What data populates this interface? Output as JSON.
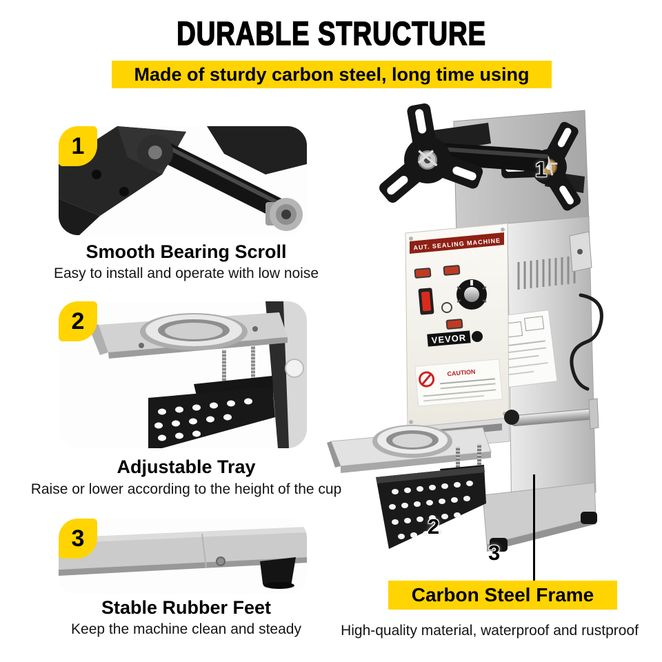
{
  "header": {
    "title": "DURABLE STRUCTURE",
    "subtitle": "Made of sturdy carbon steel, long time using"
  },
  "features": [
    {
      "number": "1",
      "title": "Smooth Bearing Scroll",
      "description": "Easy to install and operate with low noise"
    },
    {
      "number": "2",
      "title": "Adjustable Tray",
      "description": "Raise or lower according to the height of the cup"
    },
    {
      "number": "3",
      "title": "Stable Rubber Feet",
      "description": "Keep the machine clean and steady"
    }
  ],
  "machine": {
    "panel_label": "AUT. SEALING MACHINE",
    "brand": "VEVOR",
    "caution_label": "CAUTION",
    "markers": {
      "reel": "1",
      "tray": "2",
      "frame": "3"
    }
  },
  "callout": {
    "label": "Carbon Steel Frame",
    "description": "High-quality material, waterproof and rustproof"
  },
  "colors": {
    "accent_yellow": "#ffd400",
    "panel_red": "#8e2015",
    "switch_red": "#d92b1c"
  }
}
